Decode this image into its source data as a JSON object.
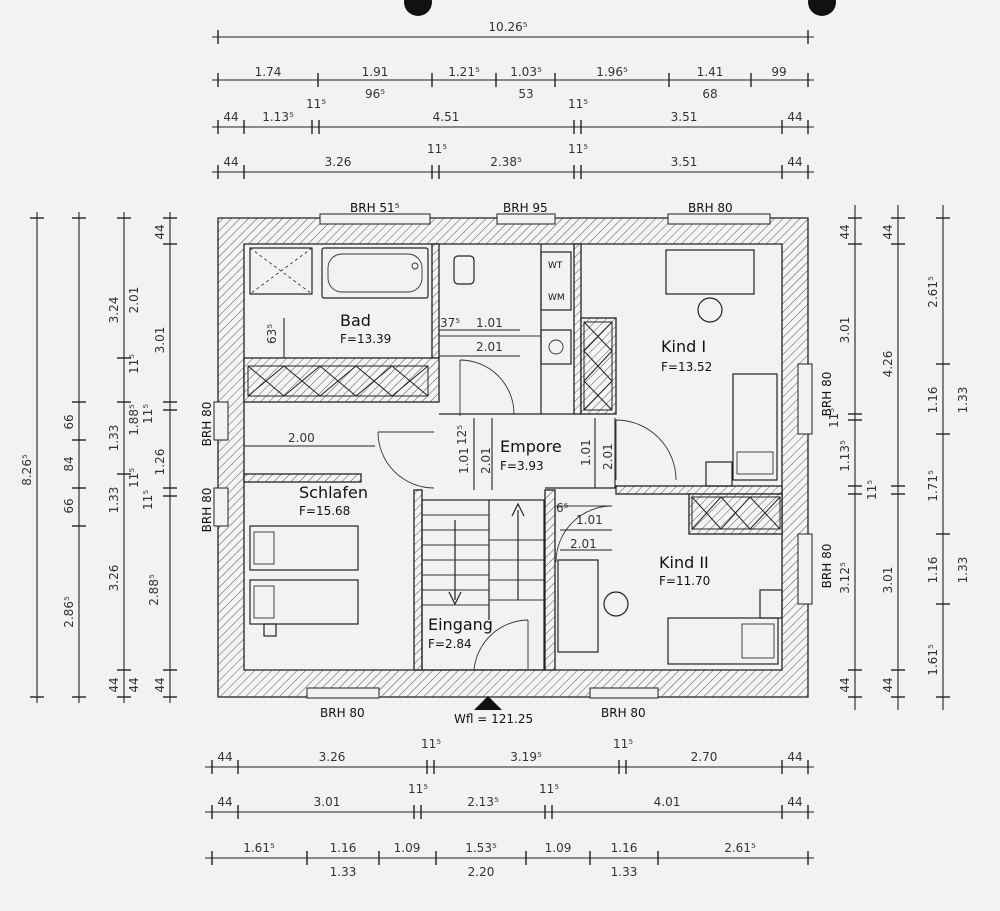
{
  "top_dims": {
    "total": "10.26⁵",
    "row1": [
      "1.74",
      "1.91",
      "1.21⁵",
      "1.03⁵",
      "1.96⁵",
      "1.41",
      "99"
    ],
    "row1_sub": [
      "96⁵",
      "53",
      "68"
    ],
    "row2": [
      "44",
      "1.13⁵",
      "11⁵",
      "4.51",
      "11⁵",
      "3.51",
      "44"
    ],
    "row3": [
      "44",
      "3.26",
      "11⁵",
      "2.38⁵",
      "11⁵",
      "3.51",
      "44"
    ]
  },
  "bottom_dims": {
    "row1": [
      "44",
      "3.26",
      "11⁵",
      "3.19⁵",
      "11⁵",
      "2.70",
      "44"
    ],
    "row2": [
      "44",
      "3.01",
      "11⁵",
      "2.13⁵",
      "11⁵",
      "4.01",
      "44"
    ],
    "row3": [
      "1.61⁵",
      "1.16",
      "1.09",
      "1.53⁵",
      "1.09",
      "1.16",
      "2.61⁵"
    ],
    "row3_sub": [
      "1.33",
      "2.20",
      "1.33"
    ]
  },
  "left_dims": {
    "total": "8.26⁵",
    "col2": [
      "2.86⁵",
      "66",
      "84",
      "66"
    ],
    "col3": [
      "3.24",
      "1.33",
      "1.33",
      "3.26",
      "44"
    ],
    "col4": [
      "2.01",
      "11⁵",
      "1.88⁵",
      "11⁵",
      "2.88⁵",
      "44"
    ],
    "col5": [
      "44",
      "3.01",
      "11⁵",
      "1.26",
      "11⁵",
      "44"
    ]
  },
  "right_dims": {
    "col1": [
      "44",
      "3.01",
      "11⁵",
      "1.13⁵",
      "11⁵",
      "3.12⁵",
      "44"
    ],
    "col2": [
      "44",
      "4.26",
      "3.01",
      "44"
    ],
    "col3": [
      "2.61⁵",
      "1.16",
      "1.33",
      "1.71⁵",
      "1.16",
      "1.33",
      "1.61⁵"
    ]
  },
  "windows": {
    "bad": "BRH 51⁵",
    "wc": "BRH 95",
    "kind1_top": "BRH 80",
    "kind1_right": "BRH 80",
    "kind2_right": "BRH 80",
    "schlafen_left_top": "BRH 80",
    "schlafen_left_bottom": "BRH 80",
    "schlafen_bottom": "BRH 80",
    "kind2_bottom": "BRH 80"
  },
  "rooms": {
    "bad": {
      "name": "Bad",
      "area": "F=13.39"
    },
    "kind1": {
      "name": "Kind I",
      "area": "F=13.52"
    },
    "empore": {
      "name": "Empore",
      "area": "F=3.93"
    },
    "schlafen": {
      "name": "Schlafen",
      "area": "F=15.68"
    },
    "kind2": {
      "name": "Kind II",
      "area": "F=11.70"
    },
    "eingang": {
      "name": "Eingang",
      "area": "F=2.84"
    }
  },
  "interior_dims": {
    "bad_d1": "37⁵",
    "bad_d2": "1.01",
    "bad_d3": "2.01",
    "bad_d4": "63⁵",
    "schlafen_w": "2.00",
    "empore_a": "12⁵",
    "empore_b": "1.01",
    "empore_c": "2.01",
    "empore_d": "1.01",
    "empore_e": "2.01",
    "kind2_a": "6⁵",
    "kind2_b": "1.01",
    "kind2_c": "2.01"
  },
  "fixtures": {
    "wt": "WT",
    "wm": "WM"
  },
  "total_area": "Wfl = 121.25"
}
